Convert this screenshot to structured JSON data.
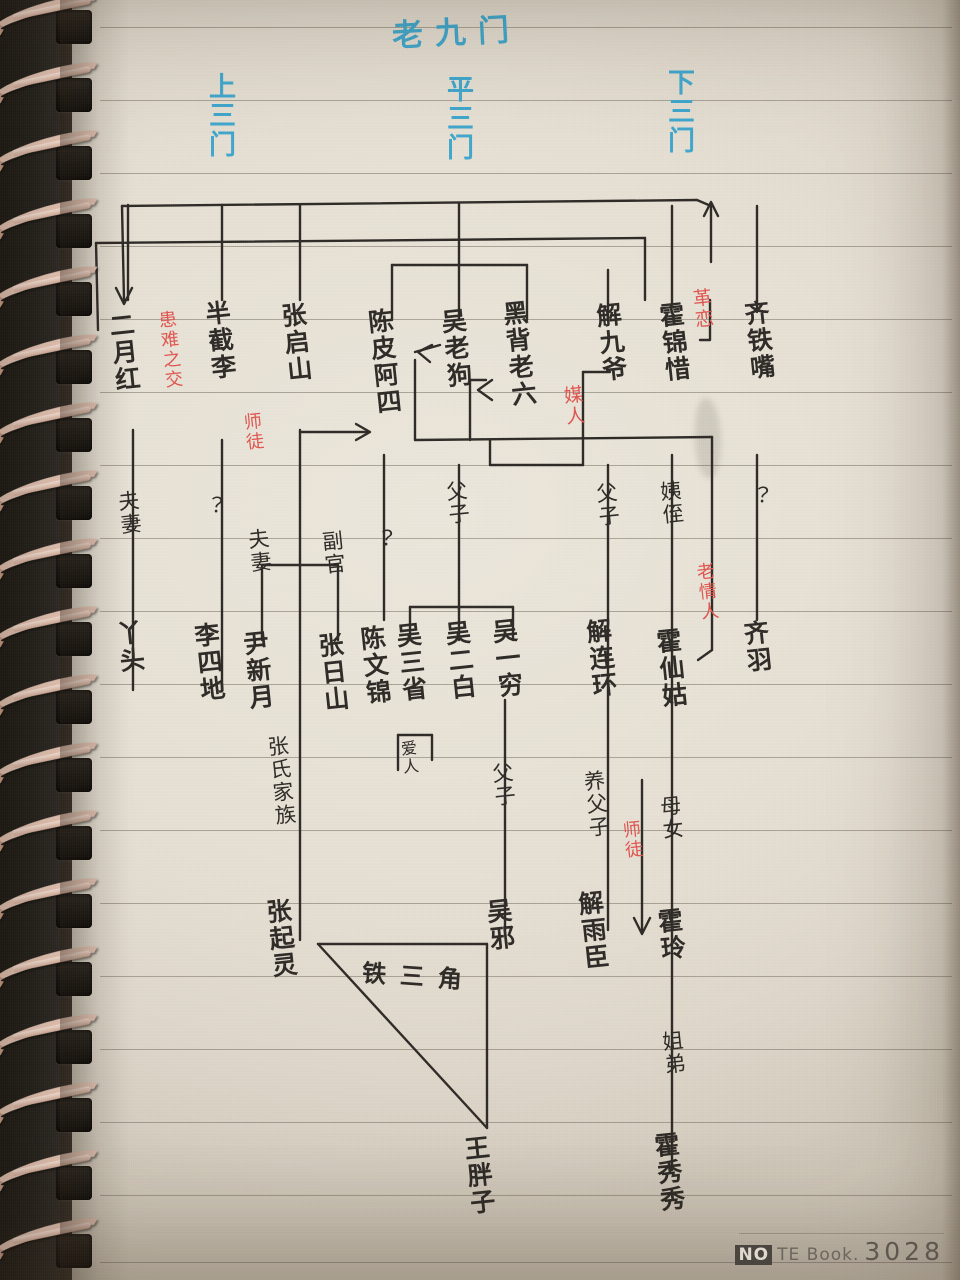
{
  "notebook": {
    "paper_color": "#e6e0d4",
    "rule_color": "#78706455",
    "binding": "spiral-coil",
    "stamp_prefix": "NO",
    "stamp_label": "TE Book.",
    "stamp_number": "3028"
  },
  "ink_colors": {
    "black": "#2e2a26",
    "blue": "#3fa6cc",
    "red": "#e0564f"
  },
  "title": "老九门",
  "groups": [
    {
      "id": "shang",
      "label": "上三门"
    },
    {
      "id": "ping",
      "label": "平三门"
    },
    {
      "id": "xia",
      "label": "下三门"
    }
  ],
  "members": [
    {
      "id": "eryuehong",
      "name": "二月红",
      "group": "shang"
    },
    {
      "id": "banjieli",
      "name": "半截李",
      "group": "shang"
    },
    {
      "id": "zhangqishan",
      "name": "张启山",
      "group": "shang"
    },
    {
      "id": "chenpiasi",
      "name": "陈皮阿四",
      "group": "ping"
    },
    {
      "id": "wulaogou",
      "name": "吴老狗",
      "group": "ping"
    },
    {
      "id": "heibeilaoliu",
      "name": "黑背老六",
      "group": "ping"
    },
    {
      "id": "jiejiuye",
      "name": "解九爷",
      "group": "xia"
    },
    {
      "id": "huojinxi",
      "name": "霍锦惜",
      "group": "xia"
    },
    {
      "id": "qitiezui",
      "name": "齐铁嘴",
      "group": "xia"
    }
  ],
  "descendants": [
    {
      "id": "yatou",
      "name": "丫头"
    },
    {
      "id": "lisidi",
      "name": "李四地"
    },
    {
      "id": "yinxinyue",
      "name": "尹新月"
    },
    {
      "id": "zhangrishan",
      "name": "张日山"
    },
    {
      "id": "chenwenjin",
      "name": "陈文锦"
    },
    {
      "id": "wusansheng",
      "name": "吴三省"
    },
    {
      "id": "wuerbai",
      "name": "吴二白"
    },
    {
      "id": "wuyiqiong",
      "name": "吴一穷"
    },
    {
      "id": "wuxie",
      "name": "吴邪"
    },
    {
      "id": "jielianhuan",
      "name": "解连环"
    },
    {
      "id": "jieyuchen",
      "name": "解雨臣"
    },
    {
      "id": "huoxiangu",
      "name": "霍仙姑"
    },
    {
      "id": "huoling",
      "name": "霍玲"
    },
    {
      "id": "huoxiuxiu",
      "name": "霍秀秀"
    },
    {
      "id": "qiyu",
      "name": "齐羽"
    },
    {
      "id": "zhangqiling",
      "name": "张起灵"
    },
    {
      "id": "wangpangzi",
      "name": "王胖子"
    },
    {
      "id": "zhangshi",
      "name": "张氏家族"
    }
  ],
  "relations": {
    "fuqi_yatou": "夫妻",
    "unknown_lisidi": "？",
    "fuqi_yinxinyue": "夫妻",
    "fuguan": "副官",
    "unknown_chenwenjin": "？",
    "fuzi_wu": "父子",
    "fuzi_jie": "父子",
    "fuzi_wuxie": "父子",
    "yangfuzi": "养父子",
    "yizhi": "姨侄",
    "munv": "母女",
    "jiedi": "姐弟",
    "unknown_qiyu": "？",
    "zhangshi_line": "张氏家族",
    "airen": "爱人"
  },
  "red_annotations": {
    "huannanzhijiao": "患难之交",
    "shitu_left": "师徒",
    "meiren": "媒人",
    "geming": "革恋",
    "laoqingren": "老情人",
    "shitu_right": "师徒"
  },
  "triangle": {
    "label": "铁三角",
    "vertices": [
      "张起灵",
      "吴邪",
      "王胖子"
    ]
  }
}
